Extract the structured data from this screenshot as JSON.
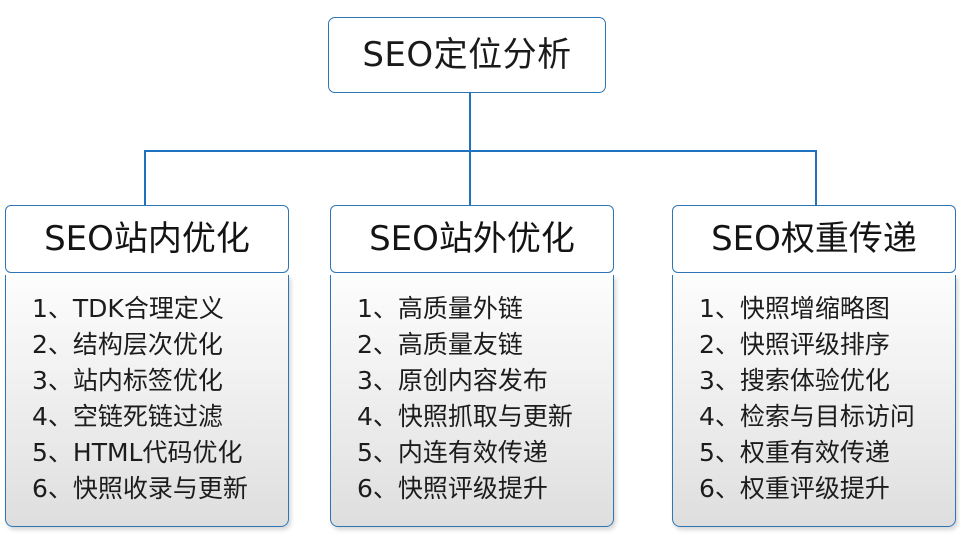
{
  "diagram": {
    "type": "tree",
    "root": {
      "label": "SEO定位分析"
    },
    "colors": {
      "border": "#2E75B6",
      "connector": "#1F72BD",
      "panel_top": "#fdfdfd",
      "panel_bottom": "#dedede",
      "text": "#1c1c1c"
    },
    "branches": [
      {
        "header": "SEO站内优化",
        "items": [
          "1、TDK合理定义",
          "2、结构层次优化",
          "3、站内标签优化",
          "4、空链死链过滤",
          "5、HTML代码优化",
          "6、快照收录与更新"
        ]
      },
      {
        "header": "SEO站外优化",
        "items": [
          "1、高质量外链",
          "2、高质量友链",
          "3、原创内容发布",
          "4、快照抓取与更新",
          "5、内连有效传递",
          "6、快照评级提升"
        ]
      },
      {
        "header": "SEO权重传递",
        "items": [
          "1、快照增缩略图",
          "2、快照评级排序",
          "3、搜索体验优化",
          "4、检索与目标访问",
          "5、权重有效传递",
          "6、权重评级提升"
        ]
      }
    ]
  }
}
